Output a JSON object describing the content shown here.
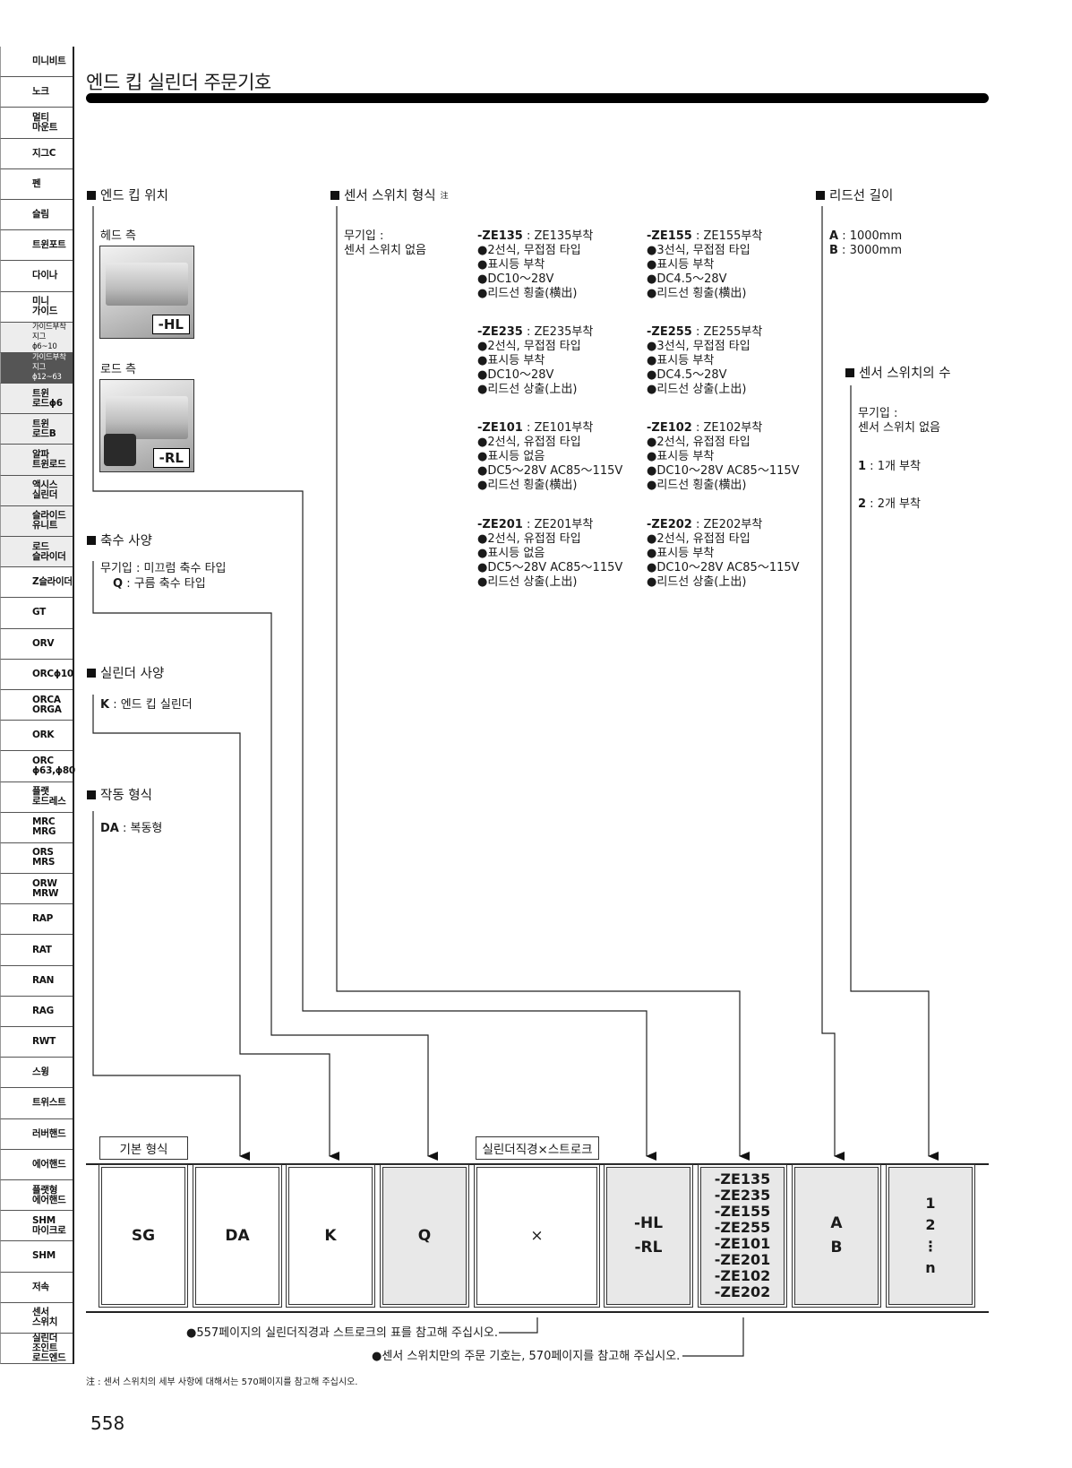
{
  "sidebar": {
    "items": [
      {
        "label": "미니비트"
      },
      {
        "label": "노크"
      },
      {
        "label": "멀티\n마운트"
      },
      {
        "label": "지그C"
      },
      {
        "label": "펜"
      },
      {
        "label": "슬림"
      },
      {
        "label": "트윈포트"
      },
      {
        "label": "다이나"
      },
      {
        "label": "미니\n가이드"
      },
      {
        "label": "가이드부착지그\nϕ6~10"
      },
      {
        "label": "가이드부착지그\nϕ12~63"
      },
      {
        "label": "트윈\n로드ϕ6"
      },
      {
        "label": "트윈\n로드B"
      },
      {
        "label": "알파\n트윈로드"
      },
      {
        "label": "액시스\n실린더"
      },
      {
        "label": "슬라이드\n유니트"
      },
      {
        "label": "로드\n슬라이더"
      },
      {
        "label": "Z슬라이더"
      },
      {
        "label": "GT"
      },
      {
        "label": "ORV"
      },
      {
        "label": "ORCϕ10"
      },
      {
        "label": "ORCA\nORGA"
      },
      {
        "label": "ORK"
      },
      {
        "label": "ORC\nϕ63,ϕ80"
      },
      {
        "label": "플랫\n로드레스"
      },
      {
        "label": "MRC\nMRG"
      },
      {
        "label": "ORS\nMRS"
      },
      {
        "label": "ORW\nMRW"
      },
      {
        "label": "RAP"
      },
      {
        "label": "RAT"
      },
      {
        "label": "RAN"
      },
      {
        "label": "RAG"
      },
      {
        "label": "RWT"
      },
      {
        "label": "스윙"
      },
      {
        "label": "트위스트"
      },
      {
        "label": "러버핸드"
      },
      {
        "label": "에어핸드"
      },
      {
        "label": "플랫형\n에어핸드"
      },
      {
        "label": "SHM\n마이크로"
      },
      {
        "label": "SHM"
      },
      {
        "label": "저속"
      },
      {
        "label": "센서\n스위치"
      },
      {
        "label": "실린더\n조인트\n로드엔드"
      }
    ]
  },
  "header": {
    "title": "엔드 킵 실린더 주문기호"
  },
  "end_keep": {
    "title": "엔드 킵 위치",
    "head_label": "헤드 측",
    "head_tag": "-HL",
    "rod_label": "로드 측",
    "rod_tag": "-RL"
  },
  "bumper": {
    "title": "축수 사양",
    "line1": "무기입 : 미끄럼 축수 타입",
    "line2_code": "Q",
    "line2_text": " : 구름 축수 타입"
  },
  "cylinder": {
    "title": "실린더 사양",
    "code": "K",
    "text": " : 엔드 킵 실린더"
  },
  "action": {
    "title": "작동 형식",
    "code": "DA",
    "text": " : 복동형"
  },
  "sensor": {
    "title": "센서 스위치 형식",
    "note_mark": "注",
    "none_1": "무기입 :",
    "none_2": "센서 스위치 없음",
    "switches": [
      {
        "code": "-ZE135",
        "desc": "ZE135부착",
        "lines": [
          "●2선식, 무접점 타입",
          "●표시등 부착",
          "●DC10～28V",
          "●리드선 횡출(横出)"
        ]
      },
      {
        "code": "-ZE155",
        "desc": "ZE155부착",
        "lines": [
          "●3선식, 무접점 타입",
          "●표시등 부착",
          "●DC4.5～28V",
          "●리드선 횡출(横出)"
        ]
      },
      {
        "code": "-ZE235",
        "desc": "ZE235부착",
        "lines": [
          "●2선식, 무접점 타입",
          "●표시등 부착",
          "●DC10～28V",
          "●리드선 상출(上出)"
        ]
      },
      {
        "code": "-ZE255",
        "desc": "ZE255부착",
        "lines": [
          "●3선식, 무접점 타입",
          "●표시등 부착",
          "●DC4.5～28V",
          "●리드선 상출(上出)"
        ]
      },
      {
        "code": "-ZE101",
        "desc": "ZE101부착",
        "lines": [
          "●2선식, 유접점 타입",
          "●표시등 없음",
          "●DC5～28V AC85～115V",
          "●리드선 횡출(横出)"
        ]
      },
      {
        "code": "-ZE102",
        "desc": "ZE102부착",
        "lines": [
          "●2선식, 유접점 타입",
          "●표시등 부착",
          "●DC10～28V AC85～115V",
          "●리드선 횡출(横出)"
        ]
      },
      {
        "code": "-ZE201",
        "desc": "ZE201부착",
        "lines": [
          "●2선식, 유접점 타입",
          "●표시등 없음",
          "●DC5～28V AC85～115V",
          "●리드선 상출(上出)"
        ]
      },
      {
        "code": "-ZE202",
        "desc": "ZE202부착",
        "lines": [
          "●2선식, 유접점 타입",
          "●표시등 부착",
          "●DC10～28V AC85～115V",
          "●리드선 상출(上出)"
        ]
      }
    ]
  },
  "lead": {
    "title": "리드선 길이",
    "a_code": "A",
    "a_text": " : 1000mm",
    "b_code": "B",
    "b_text": " : 3000mm"
  },
  "count": {
    "title": "센서 스위치의 수",
    "none_1": "무기입 :",
    "none_2": "센서 스위치 없음",
    "one_code": "1",
    "one_text": " : 1개 부착",
    "two_code": "2",
    "two_text": " : 2개 부착"
  },
  "order": {
    "basic_label": "기본 형식",
    "bore_label": "실린더직경×스트로크",
    "boxes": {
      "sg": "SG",
      "da": "DA",
      "k": "K",
      "q": "Q",
      "x": "×",
      "end": "-HL\n-RL",
      "sw": "-ZE135\n-ZE235\n-ZE155\n-ZE255\n-ZE101\n-ZE201\n-ZE102\n-ZE202",
      "lead": "A\nB",
      "count": "1\n2\n⋮\nn"
    }
  },
  "footer": {
    "note1": "●557페이지의 실린더직경과 스트로크의 표를 참고해 주십시오.",
    "note2": "●센서 스위치만의 주문 기호는, 570페이지를 참고해 주십시오.",
    "note3": "注 : 센서 스위치의 세부 사항에 대해서는 570페이지를 참고해 주십시오.",
    "page_number": "558"
  }
}
